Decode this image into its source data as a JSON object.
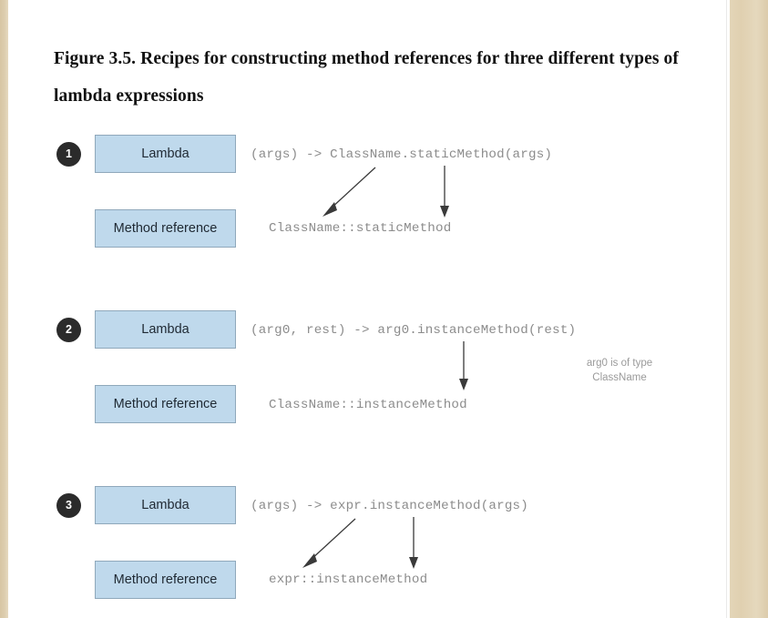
{
  "page": {
    "background_color": "#ffffff",
    "edge_strip_color": "#e0d0b0",
    "accent_box_color": "#bfd9ec",
    "badge_color": "#2b2b2b",
    "code_text_color": "#8c8c8c"
  },
  "figure": {
    "title": "Figure 3.5. Recipes for constructing method references for three different types of lambda expressions"
  },
  "labels": {
    "lambda": "Lambda",
    "method_reference": "Method reference"
  },
  "recipes": [
    {
      "number": "1",
      "lambda_code": "(args) -> ClassName.staticMethod(args)",
      "method_reference_code": "ClassName::staticMethod",
      "note": ""
    },
    {
      "number": "2",
      "lambda_code": "(arg0, rest) -> arg0.instanceMethod(rest)",
      "method_reference_code": "ClassName::instanceMethod",
      "note": "arg0 is of type\nClassName"
    },
    {
      "number": "3",
      "lambda_code": "(args) -> expr.instanceMethod(args)",
      "method_reference_code": "expr::instanceMethod",
      "note": ""
    }
  ]
}
